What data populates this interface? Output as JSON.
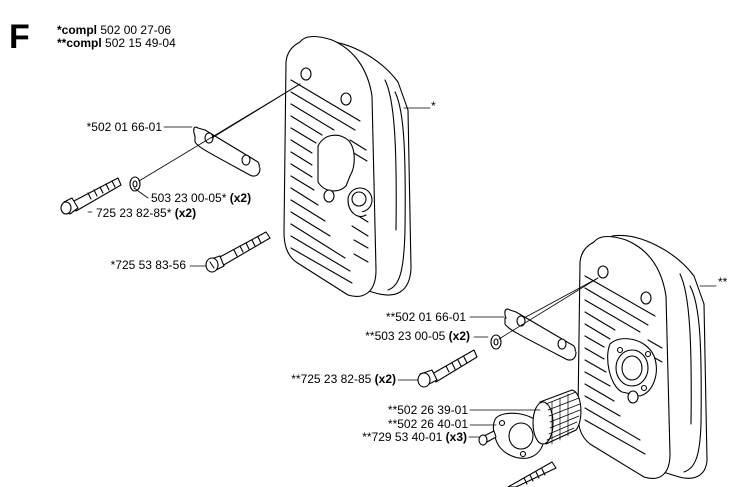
{
  "section": {
    "letter": "F",
    "compl_single": {
      "prefix": "*compl",
      "number": "502 00 27-06"
    },
    "compl_double": {
      "prefix": "**compl",
      "number": "502 15 49-04"
    }
  },
  "assembly_single": {
    "part_marker": "*",
    "callouts": [
      {
        "part": "*502 01 66-01",
        "qty": ""
      },
      {
        "part": "503 23 00-05*",
        "qty": "(x2)"
      },
      {
        "part": "725 23 82-85*",
        "qty": "(x2)"
      },
      {
        "part": "*725 53 83-56",
        "qty": ""
      }
    ]
  },
  "assembly_double": {
    "part_marker": "**",
    "callouts": [
      {
        "part": "**502 01 66-01",
        "qty": ""
      },
      {
        "part": "**503 23 00-05",
        "qty": "(x2)"
      },
      {
        "part": "**725 23 82-85",
        "qty": "(x2)"
      },
      {
        "part": "**502 26 39-01",
        "qty": ""
      },
      {
        "part": "**502 26 40-01",
        "qty": ""
      },
      {
        "part": "**729 53 40-01",
        "qty": "(x3)"
      }
    ]
  },
  "colors": {
    "line": "#000000",
    "background": "#ffffff",
    "fill": "#ffffff"
  }
}
